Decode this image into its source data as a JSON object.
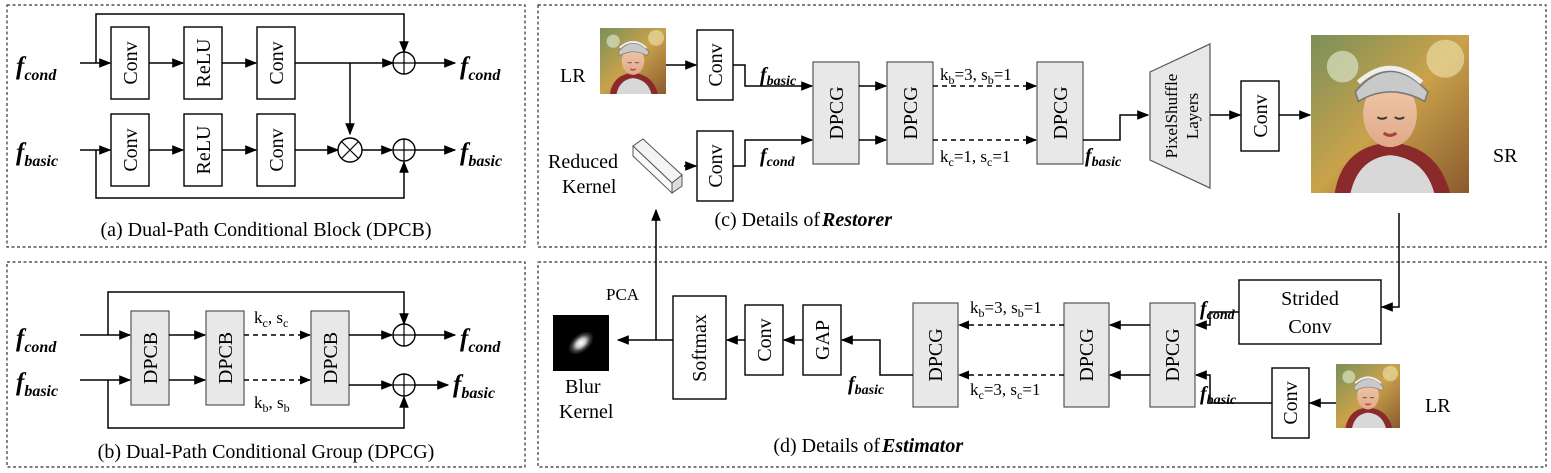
{
  "panels": {
    "a": {
      "caption": "(a) Dual-Path Conditional Block (DPCB)",
      "top_in": {
        "base": "f",
        "sub": "cond"
      },
      "bot_in": {
        "base": "f",
        "sub": "basic"
      },
      "top_out": {
        "base": "f",
        "sub": "cond"
      },
      "bot_out": {
        "base": "f",
        "sub": "basic"
      },
      "top_row": [
        "Conv",
        "ReLU",
        "Conv"
      ],
      "bot_row": [
        "Conv",
        "ReLU",
        "Conv"
      ],
      "ops": {
        "add": "⊕",
        "mul": "⊗"
      }
    },
    "b": {
      "caption": "(b) Dual-Path Conditional Group (DPCG)",
      "top_in": {
        "base": "f",
        "sub": "cond"
      },
      "bot_in": {
        "base": "f",
        "sub": "basic"
      },
      "top_out": {
        "base": "f",
        "sub": "cond"
      },
      "bot_out": {
        "base": "f",
        "sub": "basic"
      },
      "blocks": [
        "DPCB",
        "DPCB",
        "DPCB"
      ],
      "top_params": {
        "k": "k",
        "k_sub": "c",
        "s": "s",
        "s_sub": "c"
      },
      "bot_params": {
        "k": "k",
        "k_sub": "b",
        "s": "s",
        "s_sub": "b"
      }
    },
    "c": {
      "caption_prefix": "(c) Details of ",
      "caption_emph": "Restorer",
      "lr_label": "LR",
      "sr_label": "SR",
      "reduced_kernel_label": [
        "Reduced",
        "Kernel"
      ],
      "conv1": "Conv",
      "conv2": "Conv",
      "f_basic": {
        "base": "f",
        "sub": "basic"
      },
      "f_cond": {
        "base": "f",
        "sub": "cond"
      },
      "f_basic_out": {
        "base": "f",
        "sub": "basic"
      },
      "dpcg": [
        "DPCG",
        "DPCG",
        "DPCG"
      ],
      "top_params": {
        "k": "k",
        "k_sub": "b",
        "k_val": "=3, ",
        "s": "s",
        "s_sub": "b",
        "s_val": "=1"
      },
      "bot_params": {
        "k": "k",
        "k_sub": "c",
        "k_val": "=1, ",
        "s": "s",
        "s_sub": "c",
        "s_val": "=1"
      },
      "pixelshuffle": [
        "PixelShuffle",
        "Layers"
      ],
      "conv_out": "Conv"
    },
    "d": {
      "caption_prefix": "(d) Details of ",
      "caption_emph": "Estimator",
      "pca_label": "PCA",
      "blur_kernel_label": [
        "Blur",
        "Kernel"
      ],
      "softmax": "Softmax",
      "conv": "Conv",
      "gap": "GAP",
      "f_basic_left": {
        "base": "f",
        "sub": "basic"
      },
      "dpcg": [
        "DPCG",
        "DPCG",
        "DPCG"
      ],
      "top_params": {
        "k": "k",
        "k_sub": "b",
        "k_val": "=3, ",
        "s": "s",
        "s_sub": "b",
        "s_val": "=1"
      },
      "bot_params": {
        "k": "k",
        "k_sub": "c",
        "k_val": "=3, ",
        "s": "s",
        "s_sub": "c",
        "s_val": "=1"
      },
      "f_cond": {
        "base": "f",
        "sub": "cond"
      },
      "f_basic": {
        "base": "f",
        "sub": "basic"
      },
      "strided_conv": [
        "Strided",
        "Conv"
      ],
      "conv_in": "Conv",
      "lr_label": "LR"
    }
  },
  "colors": {
    "block_fill": "#e8e8e8",
    "line": "#000000",
    "panel_border": "#333333"
  },
  "images": {
    "lr_top": "portrait-thumbnail",
    "sr": "portrait-super-resolved",
    "lr_bottom": "portrait-thumbnail",
    "blur_kernel": "gaussian-kernel-image",
    "reduced_kernel": "3d-bar-icon"
  }
}
